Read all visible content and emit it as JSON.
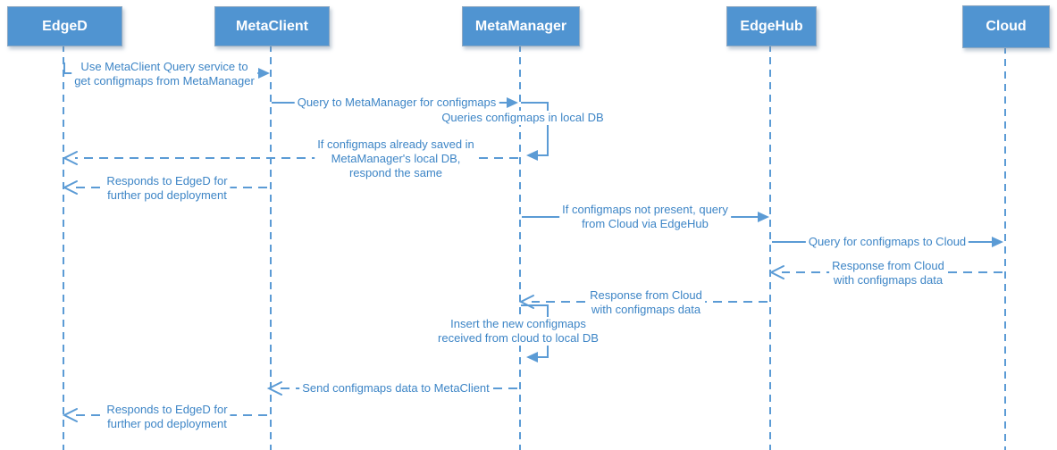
{
  "diagram": {
    "kind": "sequence-diagram",
    "participants": [
      {
        "name": "EdgeD"
      },
      {
        "name": "MetaClient"
      },
      {
        "name": "MetaManager"
      },
      {
        "name": "EdgeHub"
      },
      {
        "name": "Cloud"
      }
    ],
    "messages": [
      {
        "from": "EdgeD",
        "to": "MetaClient",
        "type": "solid-arrow",
        "lines": [
          "Use MetaClient Query service to",
          "get configmaps from MetaManager"
        ]
      },
      {
        "from": "MetaClient",
        "to": "MetaManager",
        "type": "solid-arrow",
        "lines": [
          "Query to MetaManager for configmaps"
        ]
      },
      {
        "from": "MetaManager",
        "to": "MetaManager",
        "type": "self-loop",
        "lines": [
          "Queries configmaps in local DB"
        ]
      },
      {
        "from": "MetaManager",
        "to": "MetaClient",
        "type": "dashed-return",
        "lines": [
          "If configmaps already saved in",
          "MetaManager's local DB,",
          "respond the same"
        ]
      },
      {
        "from": "MetaClient",
        "to": "EdgeD",
        "type": "dashed-return",
        "lines": [
          "Responds to EdgeD for",
          "further pod deployment"
        ]
      },
      {
        "from": "MetaManager",
        "to": "EdgeHub",
        "type": "solid-arrow",
        "lines": [
          "If configmaps not present, query",
          "from Cloud via EdgeHub"
        ]
      },
      {
        "from": "EdgeHub",
        "to": "Cloud",
        "type": "solid-arrow",
        "lines": [
          "Query for configmaps to Cloud"
        ]
      },
      {
        "from": "Cloud",
        "to": "EdgeHub",
        "type": "dashed-return",
        "lines": [
          "Response from Cloud",
          "with configmaps data"
        ]
      },
      {
        "from": "EdgeHub",
        "to": "MetaManager",
        "type": "dashed-return",
        "lines": [
          "Response from Cloud",
          "with configmaps data"
        ]
      },
      {
        "from": "MetaManager",
        "to": "MetaManager",
        "type": "self-loop",
        "lines": [
          "Insert the new configmaps",
          "received from cloud to local DB"
        ]
      },
      {
        "from": "MetaManager",
        "to": "MetaClient",
        "type": "dashed-return",
        "lines": [
          "Send configmaps data to MetaClient"
        ]
      },
      {
        "from": "MetaClient",
        "to": "EdgeD",
        "type": "dashed-return",
        "lines": [
          "Responds to EdgeD for",
          "further pod deployment"
        ]
      }
    ],
    "colors": {
      "participant_fill": "#5094d1",
      "participant_text": "#ffffff",
      "connector": "#5b9bd5",
      "label_text": "#3d85c6",
      "background": "#ffffff"
    }
  }
}
